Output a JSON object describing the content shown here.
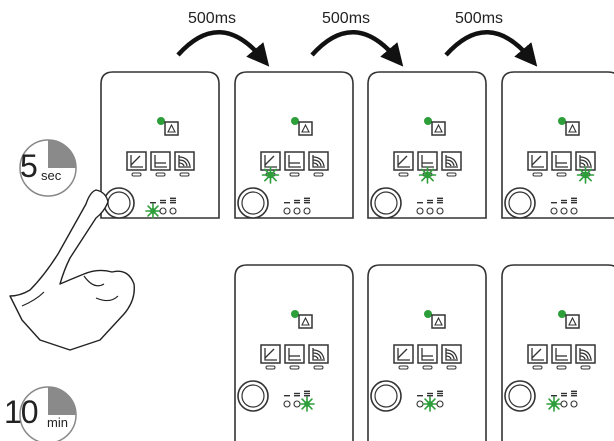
{
  "timing": {
    "interval_label": "500ms",
    "hold": {
      "value": "5",
      "unit": "sec",
      "fill": 0.25
    },
    "timeout": {
      "value": "10",
      "unit": "min",
      "fill": 0.25
    }
  },
  "colors": {
    "led_on": "#2e9e3a",
    "stroke": "#333333",
    "timer_fill": "#8a8a8a"
  },
  "icons": [
    "curve-angle-icon",
    "curve-linear-icon",
    "curve-soft-icon"
  ],
  "devices": [
    {
      "id": "start",
      "status_led": true,
      "highlight_icon": null,
      "highlight_led": 0
    },
    {
      "id": "step1",
      "status_led": true,
      "highlight_icon": 0,
      "highlight_led": null
    },
    {
      "id": "step2",
      "status_led": true,
      "highlight_icon": 1,
      "highlight_led": null
    },
    {
      "id": "step3",
      "status_led": true,
      "highlight_icon": 2,
      "highlight_led": null
    },
    {
      "id": "result3",
      "status_led": true,
      "highlight_icon": null,
      "highlight_led": 2
    },
    {
      "id": "result2",
      "status_led": true,
      "highlight_icon": null,
      "highlight_led": 1
    },
    {
      "id": "result1",
      "status_led": true,
      "highlight_icon": null,
      "highlight_led": 0
    }
  ]
}
